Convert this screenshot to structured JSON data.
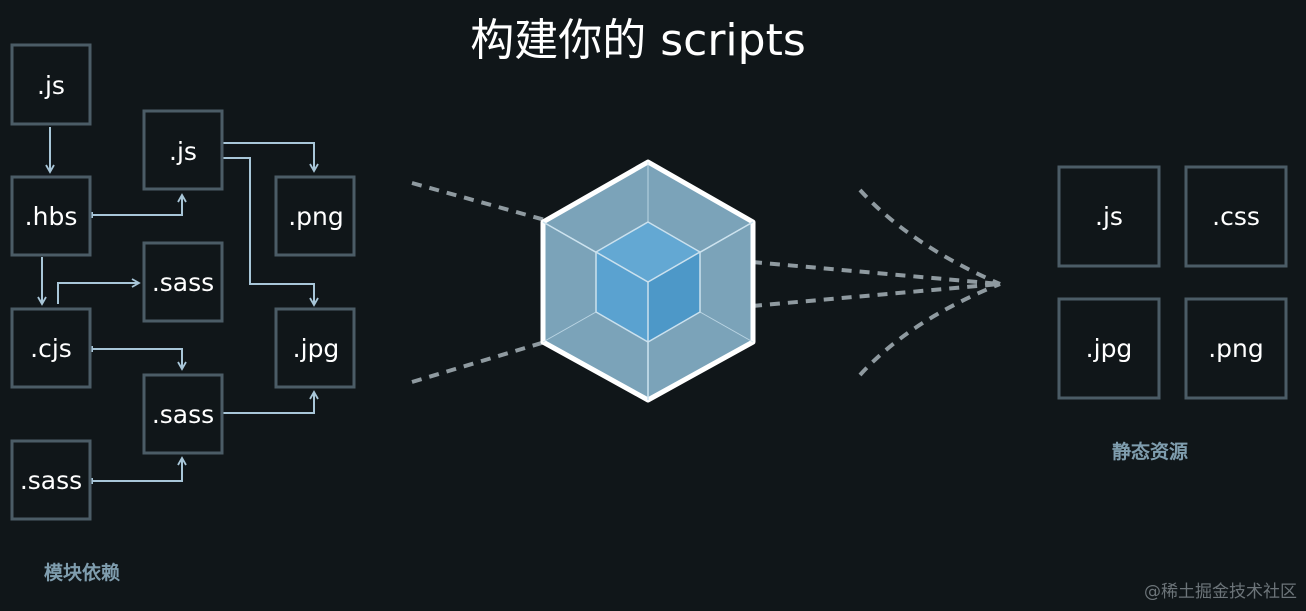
{
  "title": "构建你的 scripts",
  "modules": {
    "caption": "模块依赖",
    "nodes": [
      {
        "id": "js1",
        "label": ".js"
      },
      {
        "id": "hbs",
        "label": ".hbs"
      },
      {
        "id": "cjs",
        "label": ".cjs"
      },
      {
        "id": "sass_left",
        "label": ".sass"
      },
      {
        "id": "js2",
        "label": ".js"
      },
      {
        "id": "sass_top",
        "label": ".sass"
      },
      {
        "id": "sass_mid",
        "label": ".sass"
      },
      {
        "id": "png",
        "label": ".png"
      },
      {
        "id": "jpg",
        "label": ".jpg"
      }
    ]
  },
  "assets": {
    "caption": "静态资源",
    "nodes": [
      {
        "id": "out_js",
        "label": ".js"
      },
      {
        "id": "out_css",
        "label": ".css"
      },
      {
        "id": "out_jpg",
        "label": ".jpg"
      },
      {
        "id": "out_png",
        "label": ".png"
      }
    ]
  },
  "watermark": "@稀土掘金技术社区",
  "colors": {
    "background": "#101619",
    "box_border": "#4b5c66",
    "arrow": "#a8c6d8",
    "dash": "#8f9aa0",
    "cube_outer": "#8ebcd6",
    "cube_inner": "#4e98c8",
    "caption": "#7f9dae"
  }
}
